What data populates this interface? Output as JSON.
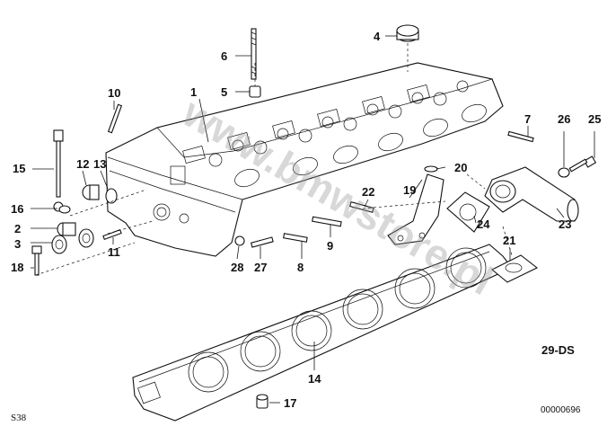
{
  "diagram": {
    "callouts": [
      "1",
      "2",
      "3",
      "4",
      "5",
      "6",
      "7",
      "8",
      "9",
      "10",
      "11",
      "12",
      "13",
      "14",
      "15",
      "16",
      "17",
      "18",
      "19",
      "20",
      "21",
      "22",
      "23",
      "24",
      "25",
      "26",
      "27",
      "28"
    ],
    "diagram_ref": "29-DS",
    "sheet_label": "S38",
    "image_code": "00000696",
    "watermark": "www.bmwstore.pl"
  }
}
